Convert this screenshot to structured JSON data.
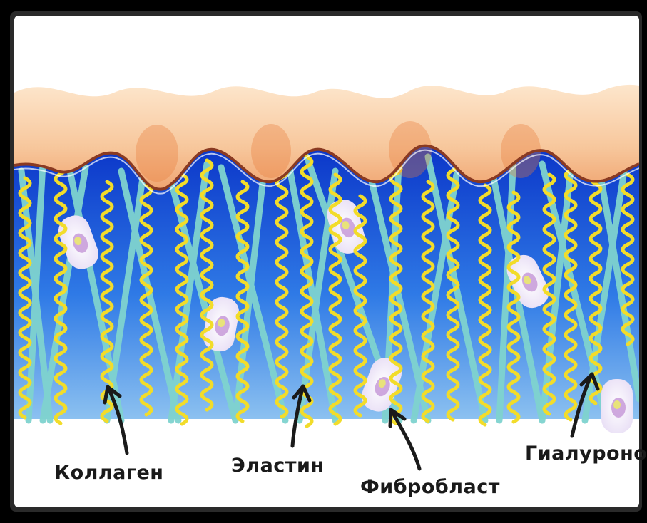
{
  "labels": {
    "collagen": "Коллаген",
    "elastin": "Эластин",
    "fibroblast": "Фибробласт",
    "hyaluronic": "Гиалуронова"
  },
  "colors": {
    "frame": "#000000",
    "epidermis": "#f6c89f",
    "dermis_top": "#0a3ccf",
    "dermis_bottom": "#7fb6ee",
    "collagen": "#7fd3cf",
    "elastin": "#f2dc2a",
    "fibroblast": "#f4f0fb",
    "nucleus": "#c79ad8",
    "base": "#ffffff",
    "arrow": "#1a1a1a"
  }
}
